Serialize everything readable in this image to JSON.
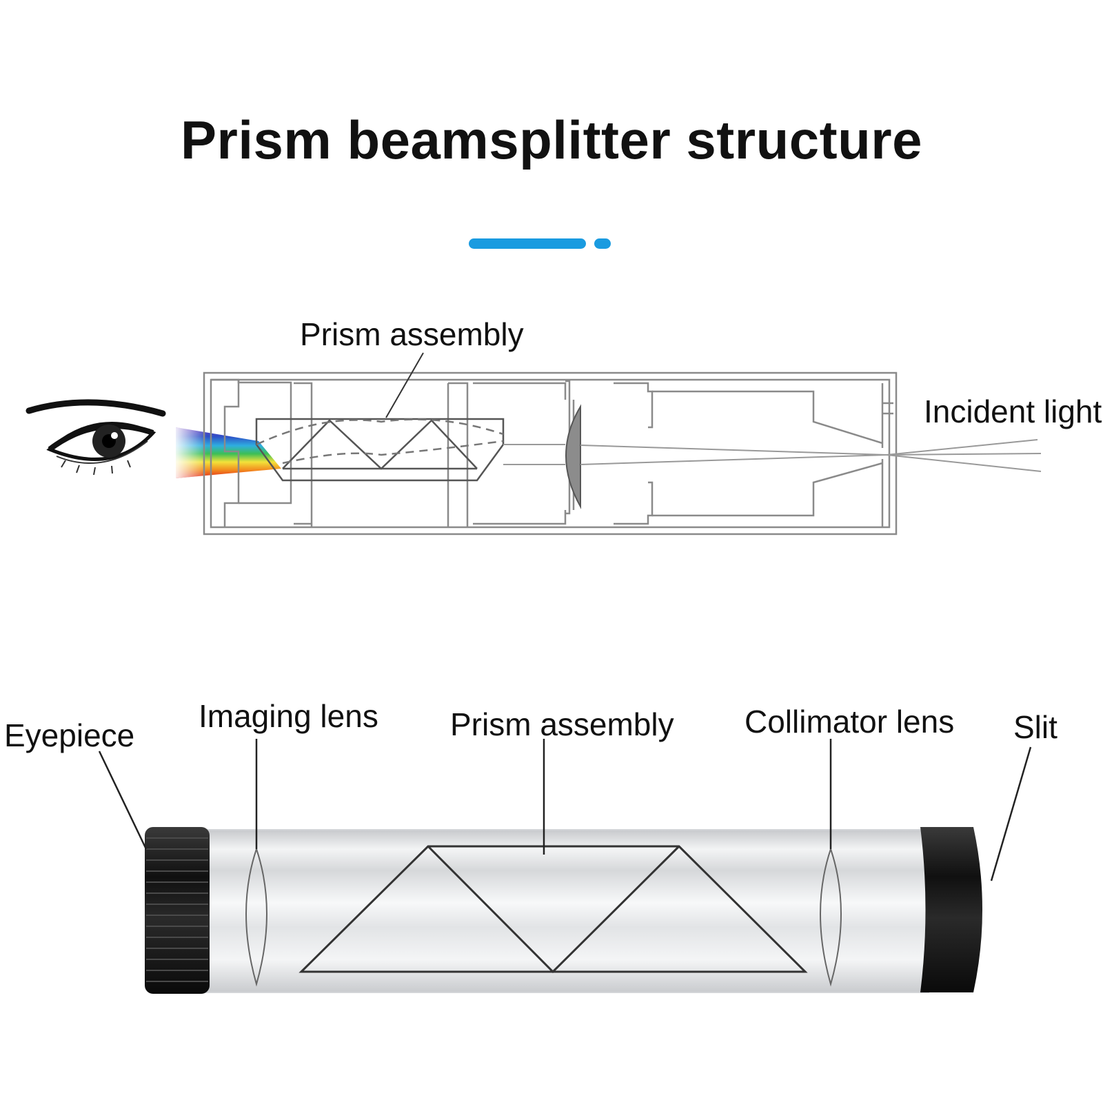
{
  "title": "Prism beamsplitter structure",
  "colors": {
    "accent": "#1a9be0",
    "line": "#888888",
    "dark": "#222222"
  },
  "top_diagram": {
    "prism_label": "Prism assembly",
    "incident_label": "Incident light",
    "icons": [
      "eye-icon"
    ]
  },
  "bottom_diagram": {
    "labels": {
      "eyepiece": "Eyepiece",
      "imaging_lens": "Imaging lens",
      "prism_assembly": "Prism assembly",
      "collimator_lens": "Collimator lens",
      "slit": "Slit"
    }
  }
}
